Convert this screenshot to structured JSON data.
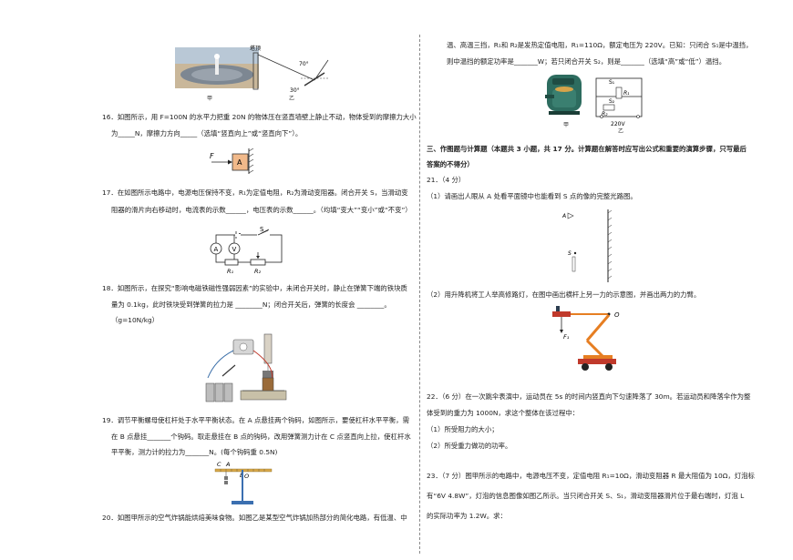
{
  "left": {
    "fig_top": {
      "tower_label": "塔顶",
      "angle1": "70°",
      "angle2": "30°",
      "cap_a": "甲",
      "cap_b": "乙"
    },
    "q16": {
      "line1": "16．如图所示，用 F=100N 的水平力把重 20N 的物体压在竖直墙壁上静止不动，物体受到的摩擦力大小",
      "line2": "为_____N，摩擦力方向_____（选填“竖直向上”或“竖直向下”）。",
      "fig_f": "F",
      "fig_a": "A"
    },
    "q17": {
      "line1": "17．在如图所示电路中，电源电压保持不变，R₁为定值电阻，R₂为滑动变阻器。闭合开关 S，当滑动变",
      "line2": "阻器的滑片向右移动时，电流表的示数______，电压表的示数______。（均填“变大”“变小”或“不变”）",
      "fig_s": "S",
      "fig_a": "A",
      "fig_v": "V",
      "fig_r1": "R₁",
      "fig_r2": "R₂"
    },
    "q18": {
      "line1": "18．如图所示，在探究“影响电磁铁磁性强弱因素”的实验中，未闭合开关时，静止在弹簧下端的铁块质",
      "line2": "量为 0.1kg，此时铁块受到弹簧的拉力是 ________N；闭合开关后，弹簧的长度会 ________。",
      "line3": "（g=10N/kg）"
    },
    "q19": {
      "line1": "19．调节平衡螺母使杠杆处于水平平衡状态。在 A 点悬挂两个钩码，如图所示，要使杠杆水平平衡，需",
      "line2": "在 B 点悬挂_______个钩码。取走悬挂在 B 点的钩码，改用弹簧测力计在 C 点竖直向上拉，使杠杆水",
      "line3": "平平衡，测力计的拉力为_______N。(每个钩码重 0.5N)",
      "fig_c": "C",
      "fig_a": "A",
      "fig_b": "B",
      "fig_o": "O"
    },
    "q20": {
      "line1": "20．如图甲所示的空气炸锅能烘焙美味食物。如图乙是某型空气炸锅加热部分的简化电路，有低温、中"
    }
  },
  "right": {
    "q20_cont": {
      "line1": "温、高温三挡，R₁和 R₂是发热定值电阻，R₁=110Ω，额定电压为 220V。已知：只闭合 S₁是中温挡，",
      "line2": "则中温挡的额定功率是_______W；若只闭合开关 S₂，则是_______（选填“高”或“低”）温挡。",
      "fig_s1": "S₁",
      "fig_s2": "S₂",
      "fig_r1": "R₁",
      "fig_r2": "R₂",
      "fig_v": "220V",
      "cap_a": "甲",
      "cap_b": "乙"
    },
    "section3": {
      "line1": "三、作图题与计算题（本题共 3 小题，共 17 分。计算题在解答时应写出公式和重要的演算步骤，只写最后",
      "line2": "答案的不得分）"
    },
    "q21": {
      "head": "21．（4 分）",
      "p1": "（1）请画出人眼从 A 处看平面镜中也能看到 S 点的像的完整光路图。",
      "fig_a": "A",
      "fig_s": "S",
      "p2": "（2）用升降机将工人举高修路灯，在图中画出横杆上另一力的示意图，并画出两力的力臂。",
      "fig_o": "O",
      "fig_f1": "F₁"
    },
    "q22": {
      "line1": "22．（6 分）在一次跳伞表演中，运动员在 5s 的时间内竖直向下匀速降落了 30m。若运动员和降落伞作为整",
      "line2": "体受到的重力为 1000N，求这个整体在该过程中：",
      "line3": "（1）所受阻力的大小；",
      "line4": "（2）所受重力做功的功率。"
    },
    "q23": {
      "line1": "23．（7 分）图甲所示的电路中，电源电压不变，定值电阻 R₁=10Ω，滑动变阻器 R 最大阻值为 10Ω，灯泡标",
      "line2": "有“6V   4.8W”，灯泡的信息图像如图乙所示。当只闭合开关 S、S₁，滑动变阻器滑片位于最右端时，灯泡 L",
      "line3": "的实际功率为 1.2W。求："
    }
  }
}
